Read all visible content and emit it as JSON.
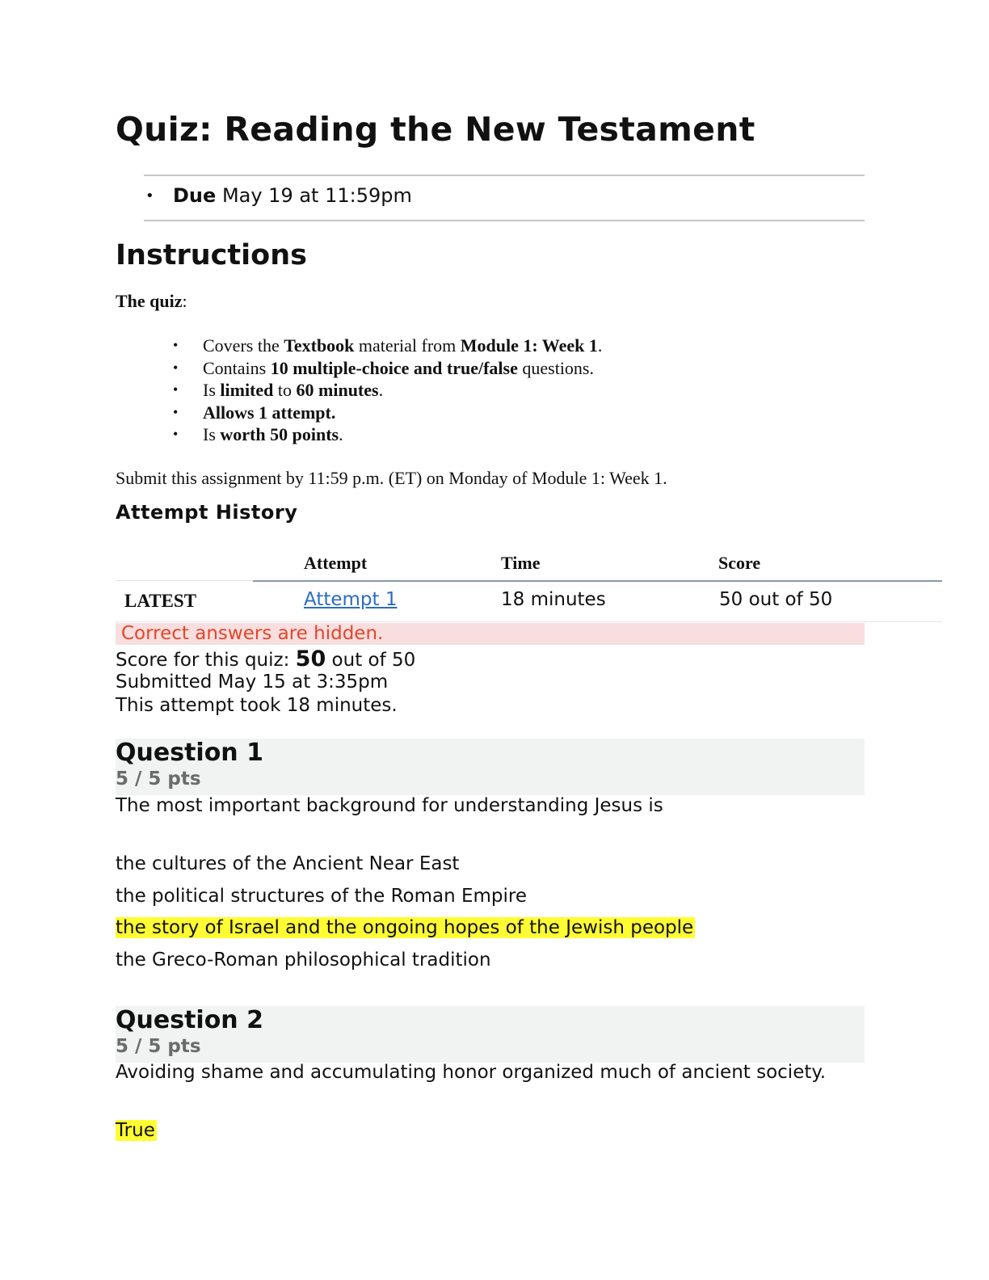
{
  "title": "Quiz: Reading the New Testament",
  "due": {
    "label": "Due",
    "value": "May 19 at 11:59pm"
  },
  "instructions": {
    "heading": "Instructions",
    "intro_bold": "The quiz",
    "intro_rest": ":",
    "items": [
      [
        {
          "t": "Covers the ",
          "b": false
        },
        {
          "t": "Textbook",
          "b": true
        },
        {
          "t": " material from ",
          "b": false
        },
        {
          "t": "Module 1: Week 1",
          "b": true
        },
        {
          "t": ".",
          "b": false
        }
      ],
      [
        {
          "t": "Contains ",
          "b": false
        },
        {
          "t": "10 multiple-choice and true/false",
          "b": true
        },
        {
          "t": " questions.",
          "b": false
        }
      ],
      [
        {
          "t": "Is ",
          "b": false
        },
        {
          "t": "limited",
          "b": true
        },
        {
          "t": " to ",
          "b": false
        },
        {
          "t": "60 minutes",
          "b": true
        },
        {
          "t": ".",
          "b": false
        }
      ],
      [
        {
          "t": "Allows 1 attempt.",
          "b": true
        }
      ],
      [
        {
          "t": "Is ",
          "b": false
        },
        {
          "t": "worth 50 points",
          "b": true
        },
        {
          "t": ".",
          "b": false
        }
      ]
    ],
    "submit_note": "Submit this assignment by 11:59 p.m. (ET) on Monday of Module 1: Week 1."
  },
  "attempt_history": {
    "heading": "Attempt History",
    "columns": {
      "attempt": "Attempt",
      "time": "Time",
      "score": "Score"
    },
    "row": {
      "label": "LATEST",
      "attempt": "Attempt 1",
      "time": "18 minutes",
      "score": "50 out of 50"
    }
  },
  "result": {
    "hidden_notice": "Correct answers are hidden.",
    "score_prefix": "Score for this quiz: ",
    "score_value": "50",
    "score_suffix": " out of 50",
    "submitted": "Submitted May 15 at 3:35pm",
    "duration": "This attempt took 18 minutes."
  },
  "questions": [
    {
      "title": "Question 1",
      "points": "5 / 5 pts",
      "text": "The most important background for understanding Jesus is",
      "answers": [
        "the cultures of the Ancient Near East",
        "the political structures of the Roman Empire",
        "the story of Israel and the ongoing hopes of the Jewish people",
        "the Greco-Roman philosophical tradition"
      ],
      "selected_index": 2
    },
    {
      "title": "Question 2",
      "points": "5 / 5 pts",
      "text": "Avoiding shame and accumulating honor organized much of ancient society.",
      "answers": [
        "True"
      ],
      "selected_index": 0
    }
  ],
  "colors": {
    "highlight": "#fffc33",
    "hidden_notice_bg": "#f9dedf",
    "hidden_notice_text": "#e2462b",
    "link": "#2b6cc4",
    "question_header_bg": "#f1f2f2"
  }
}
